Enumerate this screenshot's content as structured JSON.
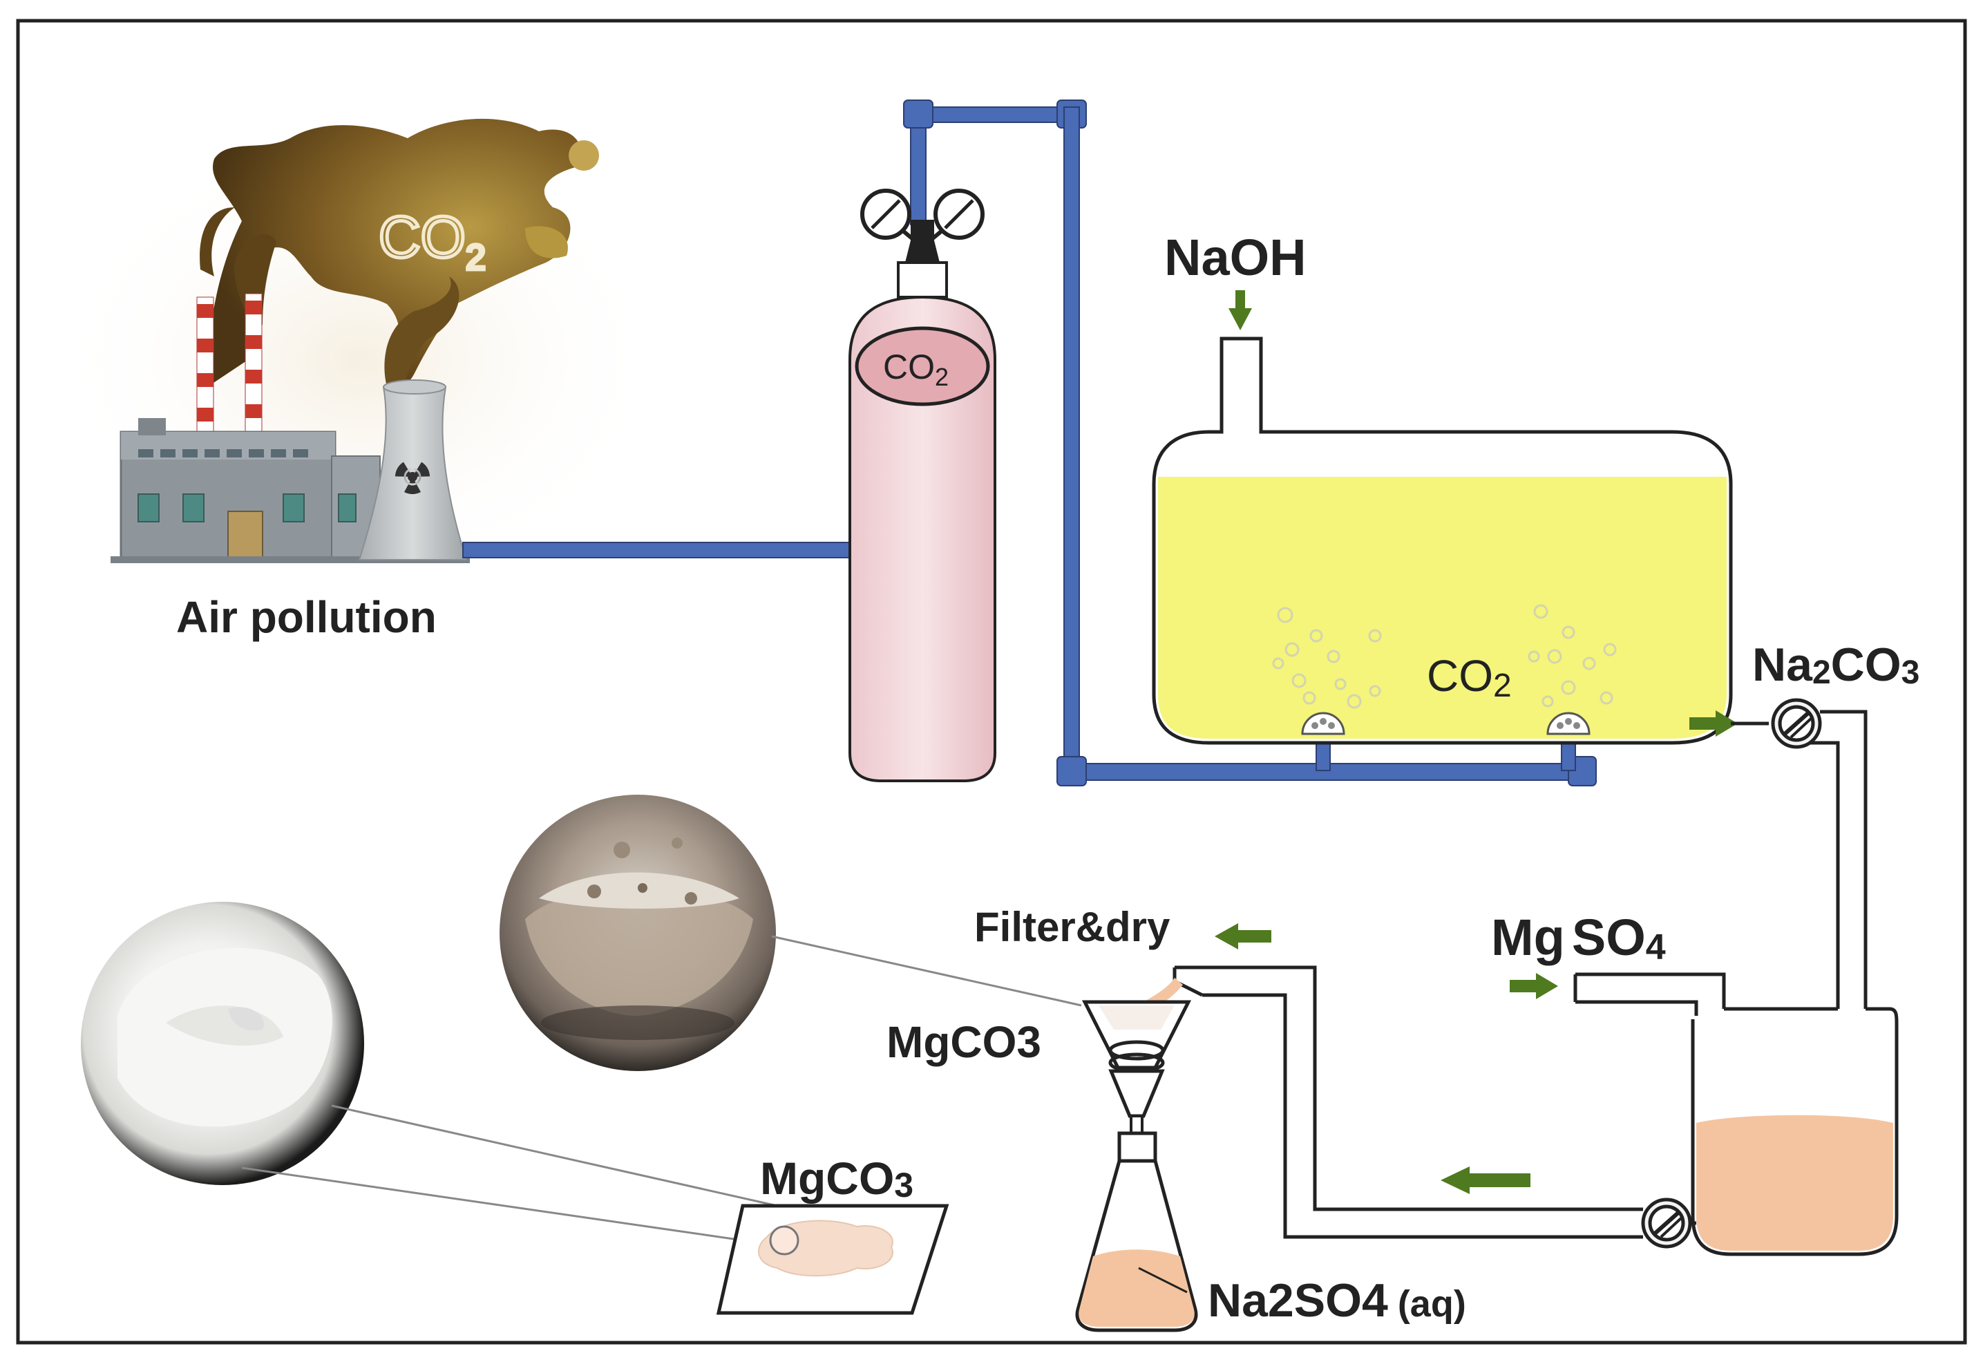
{
  "labels": {
    "air_pollution": "Air pollution",
    "smoke_co2": "CO",
    "smoke_co2_sub": "2",
    "cylinder_co2": "CO",
    "cylinder_co2_sub": "2",
    "naoh": "NaOH",
    "tank_co2": "CO",
    "tank_co2_sub": "2",
    "na2co3_a": "Na",
    "na2co3_b": "2",
    "na2co3_c": "CO",
    "na2co3_d": "3",
    "mgso4_a": "Mg",
    "mgso4_b": "SO",
    "mgso4_c": "4",
    "filter_dry": "Filter&dry",
    "mgco3_funnel": "MgCO3",
    "mgco3_paper_a": "MgCO",
    "mgco3_paper_b": "3",
    "na2so4_a": "Na2SO4",
    "na2so4_b": "(aq)"
  },
  "colors": {
    "pipe_blue": "#4a6bb5",
    "pipe_outline": "#2c3f73",
    "tank_yellow": "#f4f57a",
    "liquid_peach": "#f4c4a0",
    "cylinder_pink": "#f3dadd",
    "arrow_green": "#4f7a1f",
    "smoke_brown": "#6b4e1e",
    "smoke_gold": "#a98a3a",
    "factory_gray": "#8e969c"
  },
  "icons": [
    "smoke-cloud-icon",
    "factory-icon",
    "cooling-tower-icon",
    "radiation-icon",
    "gas-cylinder-icon",
    "pressure-gauge-icon",
    "valve-icon",
    "funnel-icon",
    "erlenmeyer-flask-icon",
    "beaker-icon",
    "filter-paper-icon",
    "powder-photo-icon",
    "filtrate-photo-icon"
  ]
}
